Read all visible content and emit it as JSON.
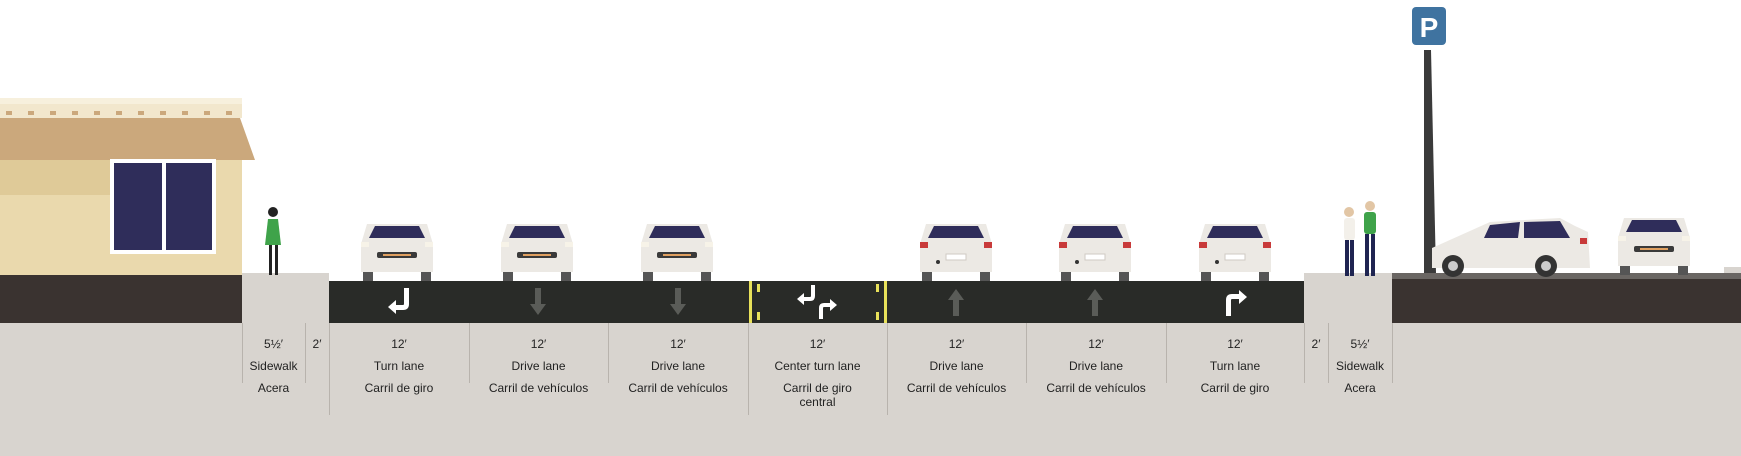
{
  "colors": {
    "ground": "#d8d4cf",
    "asphalt": "#292b28",
    "sidewalk": "#d8d4cf",
    "curb_dirt": "#3a3330",
    "building_wall": "#ead9ad",
    "building_roof": "#cba87c",
    "window": "#2f2d5a",
    "yellow_marking": "#e8e15a",
    "arrow": "#ffffff",
    "arrow_dark": "#5a5c58",
    "parking_sign": "#3f73a0"
  },
  "parking_sign": {
    "letter": "P"
  },
  "segments": [
    {
      "id": "sidewalk-left",
      "width": "5½′",
      "name": "Sidewalk",
      "name_es": "Acera"
    },
    {
      "id": "buffer-left",
      "width": "2′",
      "name": "",
      "name_es": ""
    },
    {
      "id": "turn-lane-left",
      "width": "12′",
      "name": "Turn lane",
      "name_es": "Carril de giro",
      "arrow": "turn-left-icon"
    },
    {
      "id": "drive-lane-1",
      "width": "12′",
      "name": "Drive lane",
      "name_es": "Carril de vehículos",
      "arrow": "arrow-down-icon"
    },
    {
      "id": "drive-lane-2",
      "width": "12′",
      "name": "Drive lane",
      "name_es": "Carril de vehículos",
      "arrow": "arrow-down-icon"
    },
    {
      "id": "center-turn-lane",
      "width": "12′",
      "name": "Center turn lane",
      "name_es": "Carril de giro central",
      "arrow": "center-turn-icon"
    },
    {
      "id": "drive-lane-3",
      "width": "12′",
      "name": "Drive lane",
      "name_es": "Carril de vehículos",
      "arrow": "arrow-up-icon"
    },
    {
      "id": "drive-lane-4",
      "width": "12′",
      "name": "Drive lane",
      "name_es": "Carril de vehículos",
      "arrow": "arrow-up-icon"
    },
    {
      "id": "turn-lane-right",
      "width": "12′",
      "name": "Turn lane",
      "name_es": "Carril de giro",
      "arrow": "turn-right-icon"
    },
    {
      "id": "buffer-right",
      "width": "2′",
      "name": "",
      "name_es": ""
    },
    {
      "id": "sidewalk-right",
      "width": "5½′",
      "name": "Sidewalk",
      "name_es": "Acera"
    }
  ]
}
